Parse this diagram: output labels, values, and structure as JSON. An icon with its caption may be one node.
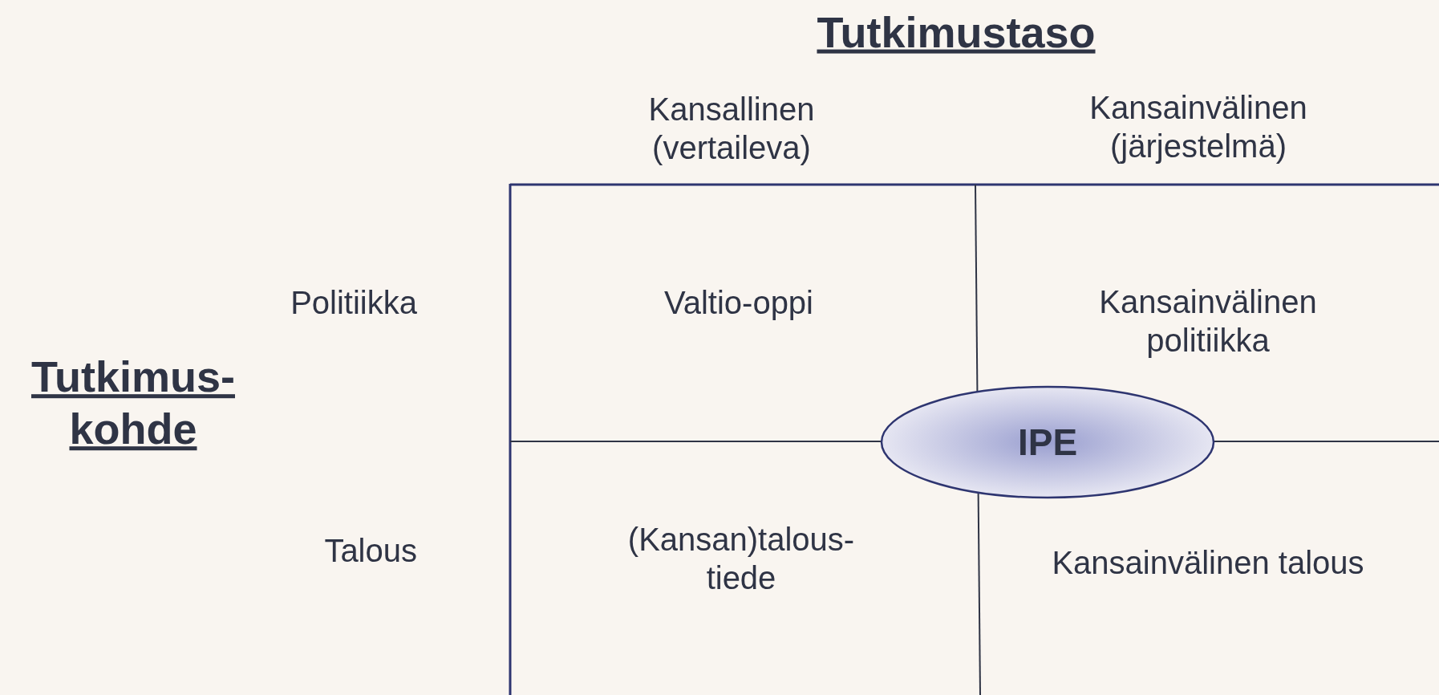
{
  "diagram": {
    "nodes": [
      {
        "text": [
          "IPE"
        ]
      }
    ],
    "edges": [],
    "labels": [
      "Tutkimustaso",
      "Kansallinen (vertaileva)",
      "Kansainvälinen (järjestelmä)",
      "Politiikka",
      "Valtio-oppi",
      "Kansainvälinen politiikka",
      "Tutkimus- kohde",
      "Talous",
      "(Kansan)talous- tiede",
      "Kansainvälinen talous"
    ]
  }
}
